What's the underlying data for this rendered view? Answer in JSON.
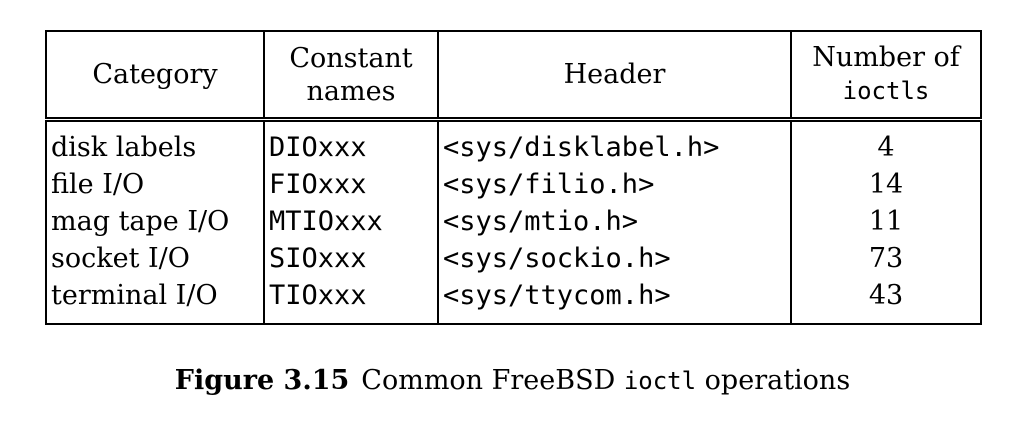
{
  "table": {
    "headers": {
      "category": "Category",
      "constant_line1": "Constant",
      "constant_line2": "names",
      "header": "Header",
      "number_line1": "Number of",
      "number_line2": "ioctls"
    },
    "rows": [
      {
        "category": "disk labels",
        "constant": "DIOxxx",
        "header": "<sys/disklabel.h>",
        "count": "4"
      },
      {
        "category": "file I/O",
        "constant": "FIOxxx",
        "header": "<sys/filio.h>",
        "count": "14"
      },
      {
        "category": "mag tape I/O",
        "constant": "MTIOxxx",
        "header": "<sys/mtio.h>",
        "count": "11"
      },
      {
        "category": "socket I/O",
        "constant": "SIOxxx",
        "header": "<sys/sockio.h>",
        "count": "73"
      },
      {
        "category": "terminal I/O",
        "constant": "TIOxxx",
        "header": "<sys/ttycom.h>",
        "count": "43"
      }
    ]
  },
  "caption": {
    "figure_label": "Figure 3.15",
    "text_before": "Common FreeBSD",
    "code": "ioctl",
    "text_after": "operations"
  }
}
